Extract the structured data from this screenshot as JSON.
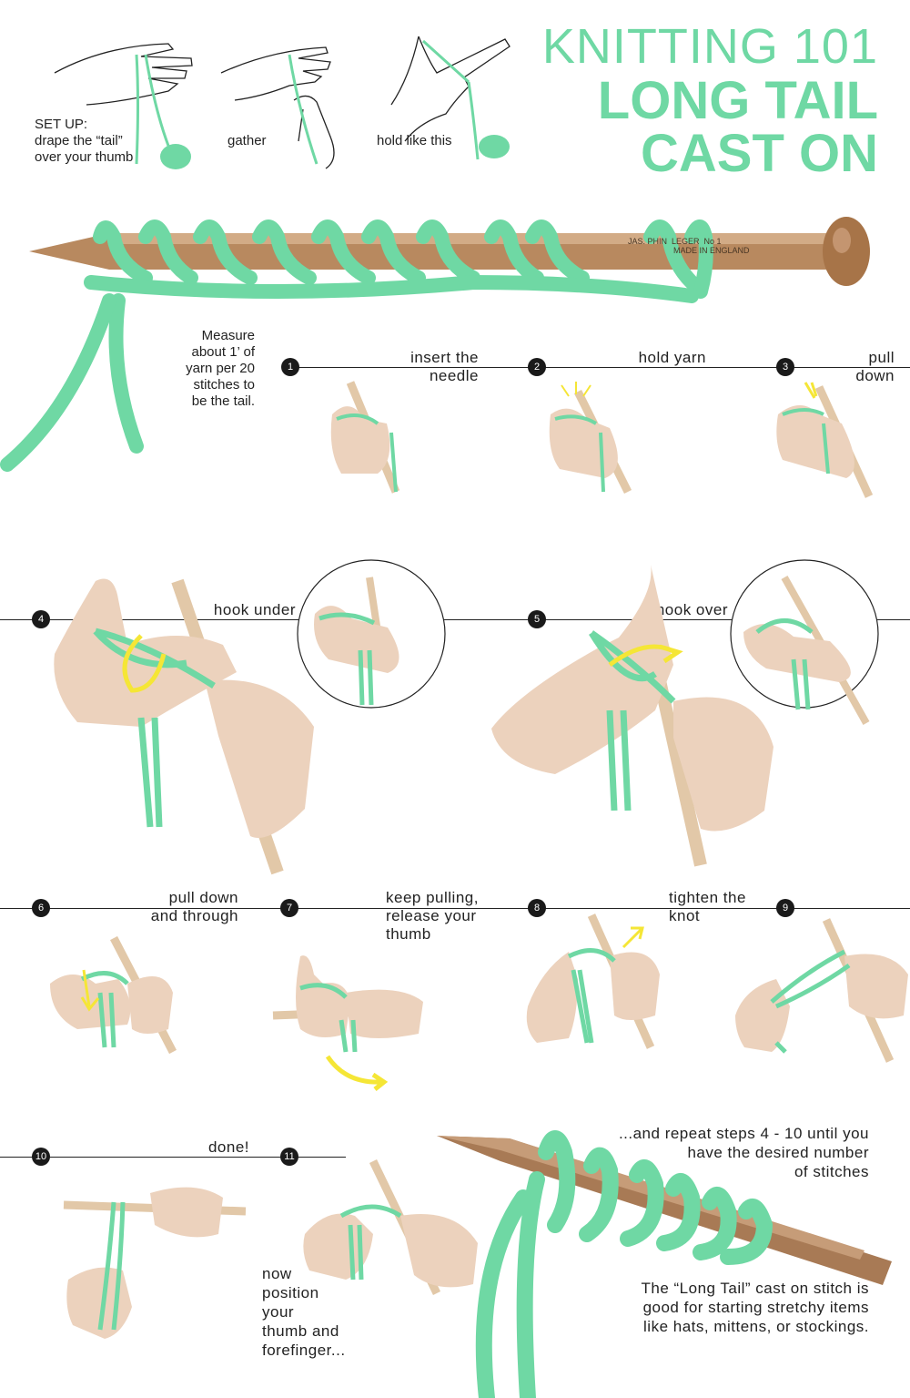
{
  "title": {
    "line1": "KNITTING 101",
    "line2": "LONG TAIL",
    "line3": "CAST ON"
  },
  "setup": {
    "caption1_a": "SET UP:",
    "caption1_b": "drape the “tail”",
    "caption1_c": "over your thumb",
    "caption2": "gather",
    "caption3": "hold like this"
  },
  "needle_stamp": {
    "line1": "JAS. PHIN  LEGER  No 1",
    "line2": "MADE IN ENGLAND"
  },
  "measure_note": [
    "Measure",
    "about 1’ of",
    "yarn per 20",
    "stitches to",
    "be the tail."
  ],
  "steps": [
    {
      "num": "1",
      "label": "insert the\nneedle"
    },
    {
      "num": "2",
      "label": "hold yarn"
    },
    {
      "num": "3",
      "label": "pull\ndown"
    },
    {
      "num": "4",
      "label": "hook under"
    },
    {
      "num": "5",
      "label": "hook over"
    },
    {
      "num": "6",
      "label": "pull down\nand through"
    },
    {
      "num": "7",
      "label": "keep pulling,\nrelease your\nthumb"
    },
    {
      "num": "8",
      "label": "tighten the\nknot"
    },
    {
      "num": "9",
      "label": ""
    },
    {
      "num": "10",
      "label": "done!"
    },
    {
      "num": "11",
      "label": ""
    }
  ],
  "step11_note": [
    "now",
    "position",
    "your",
    "thumb and",
    "forefinger..."
  ],
  "repeat_note": [
    "...and repeat steps 4 - 10 until you",
    "have the desired number",
    "of stitches"
  ],
  "longtail_note": [
    "The “Long Tail” cast on stitch is",
    "good for starting stretchy items",
    "like hats, mittens, or stockings."
  ],
  "colors": {
    "yarn": "#6fd8a4",
    "arrow": "#f5e636",
    "needle": "#c39a74",
    "skin": "#ecd2bd",
    "ink": "#1a1a1a"
  }
}
